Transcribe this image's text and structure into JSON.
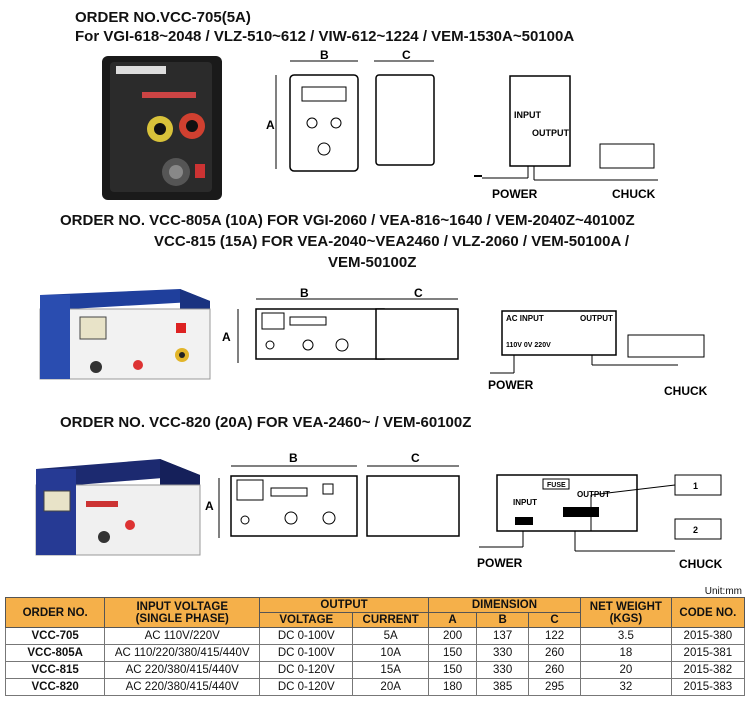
{
  "section1": {
    "order": "ORDER NO.VCC-705(5A)",
    "models": "For VGI-618~2048 / VLZ-510~612 / VIW-612~1224 / VEM-1530A~50100A",
    "dim_a": "A",
    "dim_b": "B",
    "dim_c": "C",
    "input_label": "INPUT",
    "output_label": "OUTPUT",
    "power_label": "POWER",
    "chuck_label": "CHUCK"
  },
  "section2": {
    "line1": "ORDER NO. VCC-805A  (10A)  FOR VGI-2060 / VEA-816~1640 / VEM-2040Z~40100Z",
    "line2": "VCC-815    (15A)  FOR VEA-2040~VEA2460 / VLZ-2060 / VEM-50100A /",
    "line3": "VEM-50100Z",
    "dim_a": "A",
    "dim_b": "B",
    "dim_c": "C",
    "ac_input_label": "AC INPUT",
    "output_label": "OUTPUT",
    "volt_labels": "110V 0V 220V",
    "power_label": "POWER",
    "chuck_label": "CHUCK"
  },
  "section3": {
    "line1": "ORDER NO. VCC-820     (20A)  FOR VEA-2460~ / VEM-60100Z",
    "dim_a": "A",
    "dim_b": "B",
    "dim_c": "C",
    "fuse_label": "FUSE",
    "input_label": "INPUT",
    "output_label": "OUTPUT",
    "chuck1": "1",
    "chuck2": "2",
    "power_label": "POWER",
    "chuck_label": "CHUCK"
  },
  "unit_note": "Unit:mm",
  "table": {
    "headers": {
      "order_no": "ORDER NO.",
      "input_voltage": "INPUT VOLTAGE",
      "input_phase": "(SINGLE PHASE)",
      "output": "OUTPUT",
      "voltage": "VOLTAGE",
      "current": "CURRENT",
      "dimension": "DIMENSION",
      "a": "A",
      "b": "B",
      "c": "C",
      "net_weight": "NET WEIGHT",
      "kgs": "(KGS)",
      "code_no": "CODE NO."
    },
    "rows": [
      {
        "order": "VCC-705",
        "input": "AC 110V/220V",
        "voltage": "DC 0-100V",
        "current": "5A",
        "a": "200",
        "b": "137",
        "c": "122",
        "weight": "3.5",
        "code": "2015-380"
      },
      {
        "order": "VCC-805A",
        "input": "AC 110/220/380/415/440V",
        "voltage": "DC 0-100V",
        "current": "10A",
        "a": "150",
        "b": "330",
        "c": "260",
        "weight": "18",
        "code": "2015-381"
      },
      {
        "order": "VCC-815",
        "input": "AC 220/380/415/440V",
        "voltage": "DC 0-120V",
        "current": "15A",
        "a": "150",
        "b": "330",
        "c": "260",
        "weight": "20",
        "code": "2015-382"
      },
      {
        "order": "VCC-820",
        "input": "AC 220/380/415/440V",
        "voltage": "DC 0-120V",
        "current": "20A",
        "a": "180",
        "b": "385",
        "c": "295",
        "weight": "32",
        "code": "2015-383"
      }
    ]
  }
}
